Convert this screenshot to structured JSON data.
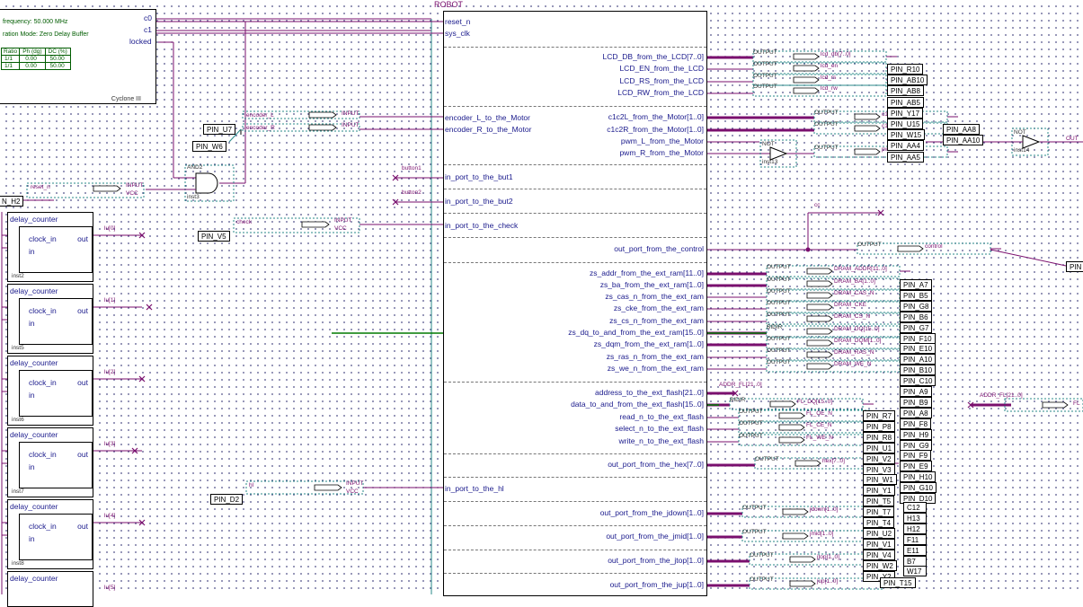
{
  "robot": {
    "title": "ROBOT",
    "inputs": [
      "reset_n",
      "sys_clk",
      "encoder_L_to_the_Motor",
      "encoder_R_to_the_Motor",
      "in_port_to_the_but1",
      "in_port_to_the_but2",
      "in_port_to_the_check",
      "in_port_to_the_hl"
    ],
    "outputs": [
      "LCD_DB_from_the_LCD[7..0]",
      "LCD_EN_from_the_LCD",
      "LCD_RS_from_the_LCD",
      "LCD_RW_from_the_LCD",
      "c1c2L_from_the_Motor[1..0]",
      "c1c2R_from_the_Motor[1..0]",
      "pwm_L_from_the_Motor",
      "pwm_R_from_the_Motor",
      "out_port_from_the_control",
      "zs_addr_from_the_ext_ram[11..0]",
      "zs_ba_from_the_ext_ram[1..0]",
      "zs_cas_n_from_the_ext_ram",
      "zs_cke_from_the_ext_ram",
      "zs_cs_n_from_the_ext_ram",
      "zs_dq_to_and_from_the_ext_ram[15..0]",
      "zs_dqm_from_the_ext_ram[1..0]",
      "zs_ras_n_from_the_ext_ram",
      "zs_we_n_from_the_ext_ram",
      "address_to_the_ext_flash[21..0]",
      "data_to_and_from_the_ext_flash[15..0]",
      "read_n_to_the_ext_flash",
      "select_n_to_the_ext_flash",
      "write_n_to_the_ext_flash",
      "out_port_from_the_hex[7..0]",
      "out_port_from_the_jdown[1..0]",
      "out_port_from_the_jmid[1..0]",
      "out_port_from_the_jtop[1..0]",
      "out_port_from_the_jup[1..0]"
    ]
  },
  "pll": {
    "freq": "frequency: 50.000 MHz",
    "mode": "ration Mode: Zero Delay Buffer",
    "ports": [
      "c0",
      "c1",
      "locked"
    ],
    "table_headers": [
      "Ratio",
      "Ph (dg)",
      "DC (%)"
    ],
    "rows": [
      [
        "1/1",
        "0.00",
        "50.00"
      ],
      [
        "1/1",
        "0.00",
        "50.00"
      ]
    ],
    "device": "Cyclone III"
  },
  "and_gate": {
    "label": "AND2",
    "inst": "inst3"
  },
  "not_gates": [
    {
      "label": "NOT",
      "inst": "inst13"
    },
    {
      "label": "NOT",
      "inst": "inst14"
    }
  ],
  "input_pins": [
    {
      "name": "encoder_L",
      "type": "INPUT",
      "vcc": "VCC"
    },
    {
      "name": "encoder_R",
      "type": "INPUT",
      "vcc": "VCC"
    },
    {
      "name": "reset_n",
      "type": "INPUT",
      "vcc": "VCC"
    },
    {
      "name": "check",
      "type": "INPUT",
      "vcc": "VCC"
    },
    {
      "name": "hl",
      "type": "INPUT",
      "vcc": "VCC"
    }
  ],
  "net_labels": {
    "button1": "button1",
    "button2": "button2",
    "cc": "cc",
    "addr_fl": "ADDR_FL[21..0]",
    "addr_fl2": "ADDR_FL[21..0]"
  },
  "output_pins": [
    {
      "type": "OUTPUT",
      "name": "lcd_db[7..0]"
    },
    {
      "type": "OUTPUT",
      "name": "lcd_en"
    },
    {
      "type": "OUTPUT",
      "name": "lcd_rs"
    },
    {
      "type": "OUTPUT",
      "name": "lcd_rw"
    },
    {
      "type": "OUTPUT",
      "name": "c1c2L"
    },
    {
      "type": "OUTPUT",
      "name": "c1c2R"
    },
    {
      "type": "OUTPUT",
      "name": "pwm_R"
    },
    {
      "type": "OUTPUT",
      "name": "control"
    },
    {
      "type": "OUTPUT",
      "name": "DRAM_ADDR[11..0]"
    },
    {
      "type": "OUTPUT",
      "name": "DRAM_BA[1..0]"
    },
    {
      "type": "OUTPUT",
      "name": "DRAM_CAS_N"
    },
    {
      "type": "OUTPUT",
      "name": "DRAM_CKE"
    },
    {
      "type": "OUTPUT",
      "name": "DRAM_CS_N"
    },
    {
      "type": "BIDIR",
      "name": "DRAM_DQ[15..0]"
    },
    {
      "type": "OUTPUT",
      "name": "DRAM_DQM[1..0]"
    },
    {
      "type": "OUTPUT",
      "name": "DRAM_RAS_N"
    },
    {
      "type": "OUTPUT",
      "name": "DRAM_WE_N"
    },
    {
      "type": "BIDIR",
      "name": "FL_DQ[15..0]"
    },
    {
      "type": "OUTPUT",
      "name": "FL_OE_N"
    },
    {
      "type": "OUTPUT",
      "name": "FL_CE_N"
    },
    {
      "type": "OUTPUT",
      "name": "FL_WE_N"
    },
    {
      "type": "OUTPUT",
      "name": "hex[7..0]"
    },
    {
      "type": "OUTPUT",
      "name": "jdown[1..0]"
    },
    {
      "type": "OUTPUT",
      "name": "jmid[1..0]"
    },
    {
      "type": "OUTPUT",
      "name": "jtop[1..0]"
    },
    {
      "type": "OUTPUT",
      "name": "jup[1..0]"
    }
  ],
  "pin_col_a": [
    "PIN_R10",
    "PIN_AB10",
    "PIN_AB8",
    "PIN_AB5",
    "PIN_Y17",
    "PIN_U15",
    "PIN_W15",
    "PIN_AA4",
    "PIN_AA5"
  ],
  "pin_col_b": [
    "PIN_A7",
    "PIN_B5",
    "PIN_G8",
    "PIN_B6",
    "PIN_G7",
    "PIN_F10",
    "PIN_E10",
    "PIN_A10",
    "PIN_B10",
    "PIN_C10",
    "PIN_A9",
    "PIN_B9",
    "PIN_A8",
    "PIN_F8",
    "PIN_H9",
    "PIN_G9",
    "PIN_F9",
    "PIN_E9",
    "PIN_H10",
    "PIN_G10",
    "PIN_D10"
  ],
  "pin_col_c": [
    "PIN_R7",
    "PIN_P8",
    "PIN_R8",
    "PIN_U1",
    "PIN_V2",
    "PIN_V3",
    "PIN_W1",
    "PIN_Y1",
    "PIN_T5",
    "PIN_T7",
    "PIN_T4",
    "PIN_U2",
    "PIN_V1",
    "PIN_V4",
    "PIN_W2",
    "PIN_Y2"
  ],
  "pin_col_c_extra": [
    "C12",
    "H13",
    "H12",
    "F11",
    "E11",
    "B7",
    "W17"
  ],
  "pin_misc": {
    "aa8": "PIN_AA8",
    "aa10": "PIN_AA10",
    "pwm_in": "PIN_U7",
    "w6": "PIN_W6",
    "h2": "N_H2",
    "v5": "PIN_V5",
    "d2": "PIN_D2",
    "t15": "PIN_T15",
    "pin_right": "PIN"
  },
  "delay_counters": [
    {
      "title": "delay_counter",
      "p1": "clock_in",
      "p2": "in",
      "p3": "out",
      "inst": "inst2",
      "net": "lu[0]"
    },
    {
      "title": "delay_counter",
      "p1": "clock_in",
      "p2": "in",
      "p3": "out",
      "inst": "inst5",
      "net": "lu[1]"
    },
    {
      "title": "delay_counter",
      "p1": "clock_in",
      "p2": "in",
      "p3": "out",
      "inst": "inst6",
      "net": "lu[2]"
    },
    {
      "title": "delay_counter",
      "p1": "clock_in",
      "p2": "in",
      "p3": "out",
      "inst": "inst7",
      "net": "lu[3]"
    },
    {
      "title": "delay_counter",
      "p1": "clock_in",
      "p2": "in",
      "p3": "out",
      "inst": "inst8",
      "net": "lu[4]"
    },
    {
      "title": "delay_counter",
      "p1": "",
      "p2": "",
      "p3": "",
      "inst": "",
      "net": "lu[5]"
    }
  ],
  "out_far": [
    "OUT",
    "FL"
  ]
}
